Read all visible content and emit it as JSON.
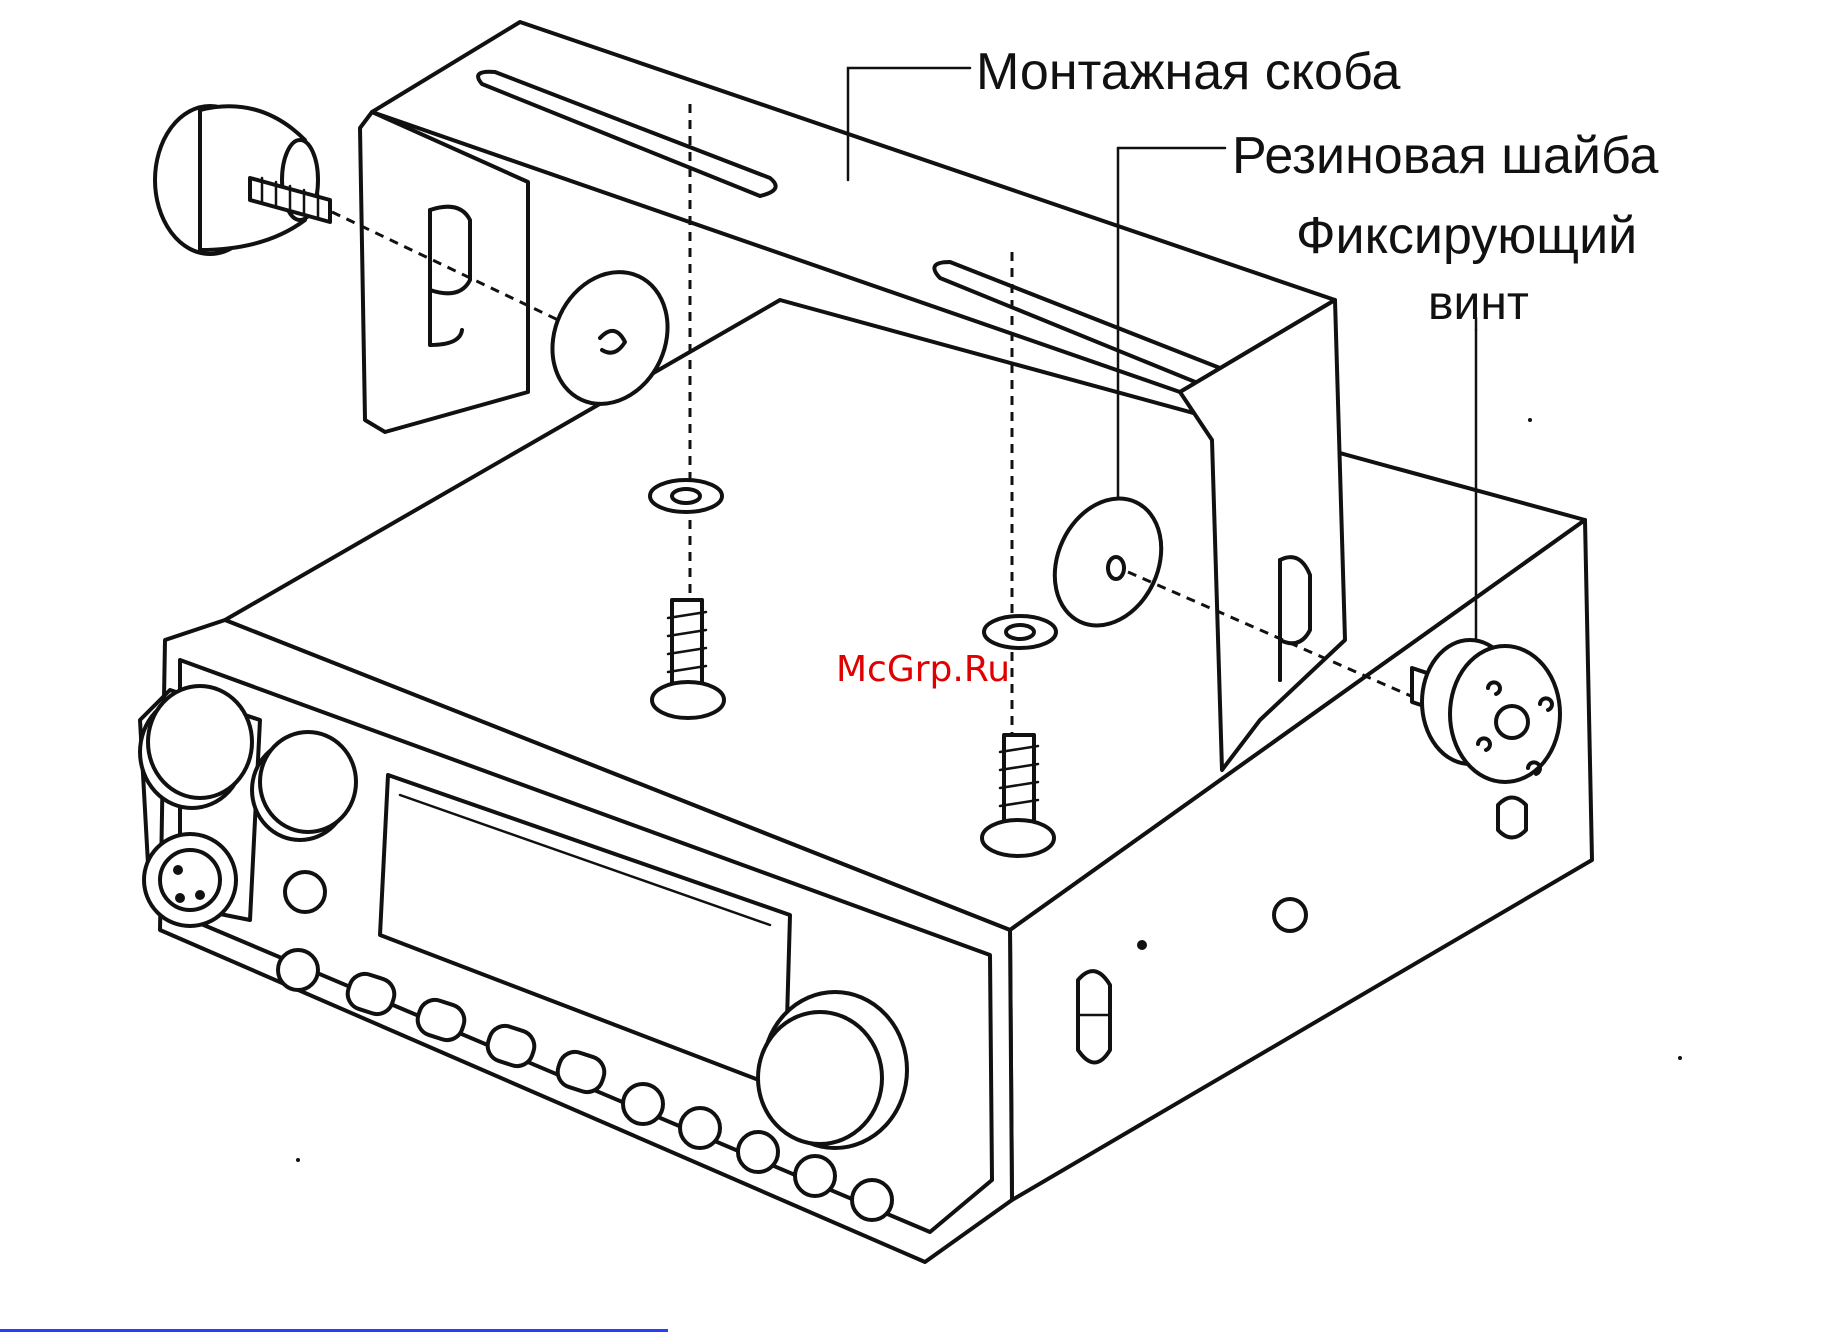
{
  "labels": {
    "mounting_bracket": "Монтажная скоба",
    "rubber_washer": "Резиновая шайба",
    "fixing_screw_line1": "Фиксирующий",
    "fixing_screw_line2": "винт"
  },
  "watermark": "McGrp.Ru",
  "colors": {
    "line": "#111111",
    "background": "#ffffff",
    "watermark": "#e00000",
    "bottom_rule": "#2a3cff"
  },
  "icons": [
    "mounting-bracket",
    "radio-body",
    "knob",
    "rubber-washer",
    "tapping-screw",
    "spring-washer",
    "fixing-screw-knob"
  ]
}
